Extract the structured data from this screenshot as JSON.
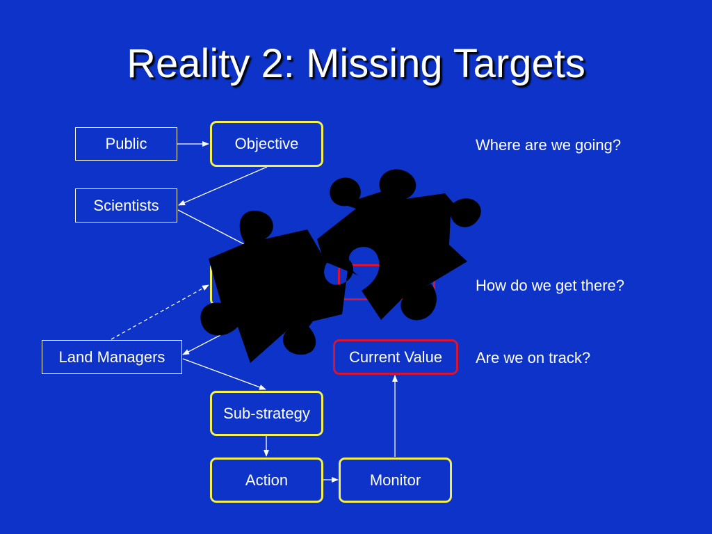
{
  "title": "Reality 2: Missing Targets",
  "stakeholders": {
    "public": "Public",
    "scientists": "Scientists",
    "land_managers": "Land Managers"
  },
  "nodes": {
    "objective": "Objective",
    "current_value": "Current Value",
    "sub_strategy": "Sub-strategy",
    "action": "Action",
    "monitor": "Monitor"
  },
  "questions": {
    "where": "Where are we going?",
    "how": "How do we get there?",
    "on_track": "Are we on track?"
  },
  "colors": {
    "background": "#0d33c9",
    "node_border": "#f4f04c",
    "target_border": "#d81434",
    "puzzle_piece": "#000000"
  }
}
